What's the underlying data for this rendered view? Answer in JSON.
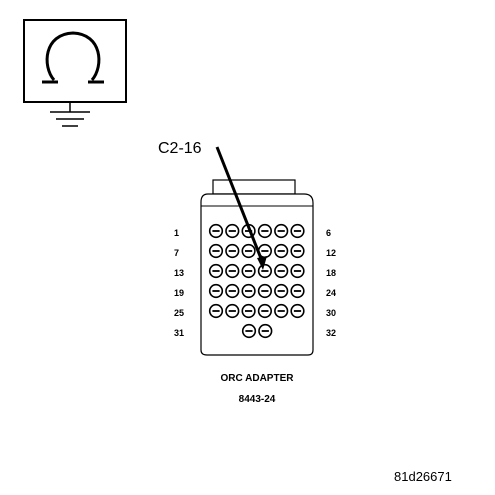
{
  "callout": {
    "label": "C2-16"
  },
  "connector": {
    "row_labels_left": [
      "1",
      "7",
      "13",
      "19",
      "25",
      "31"
    ],
    "row_labels_right": [
      "6",
      "12",
      "18",
      "24",
      "30",
      "32"
    ],
    "pins_per_row": [
      6,
      6,
      6,
      6,
      6,
      2
    ],
    "highlighted_pin": 16
  },
  "adapter": {
    "name": "ORC ADAPTER",
    "part_number": "8443-24"
  },
  "figure": {
    "id": "81d26671"
  },
  "icons": [
    "ohmmeter-icon",
    "ground-icon"
  ],
  "colors": {
    "ink": "#000000",
    "background": "#ffffff"
  }
}
